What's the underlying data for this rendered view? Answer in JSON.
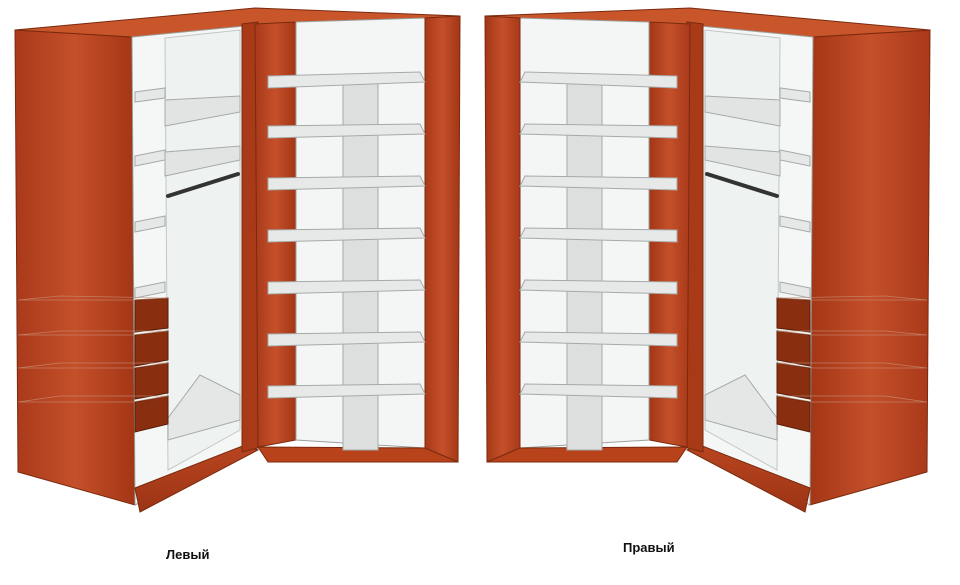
{
  "captions": {
    "left": "Левый",
    "right": "Правый"
  },
  "colors": {
    "wood": "#b8421a",
    "wood_dark": "#8f2f10",
    "wood_light": "#cf5a2a",
    "shelf": "#e9ebea",
    "shelf_edge": "#b8bcbb",
    "glass": "#f3f6f5",
    "rod": "#3a3a3a"
  },
  "views": [
    {
      "name": "left-wardrobe",
      "mirrored": false
    },
    {
      "name": "right-wardrobe",
      "mirrored": true
    }
  ],
  "shelf_count": 7,
  "drawer_count": 4
}
